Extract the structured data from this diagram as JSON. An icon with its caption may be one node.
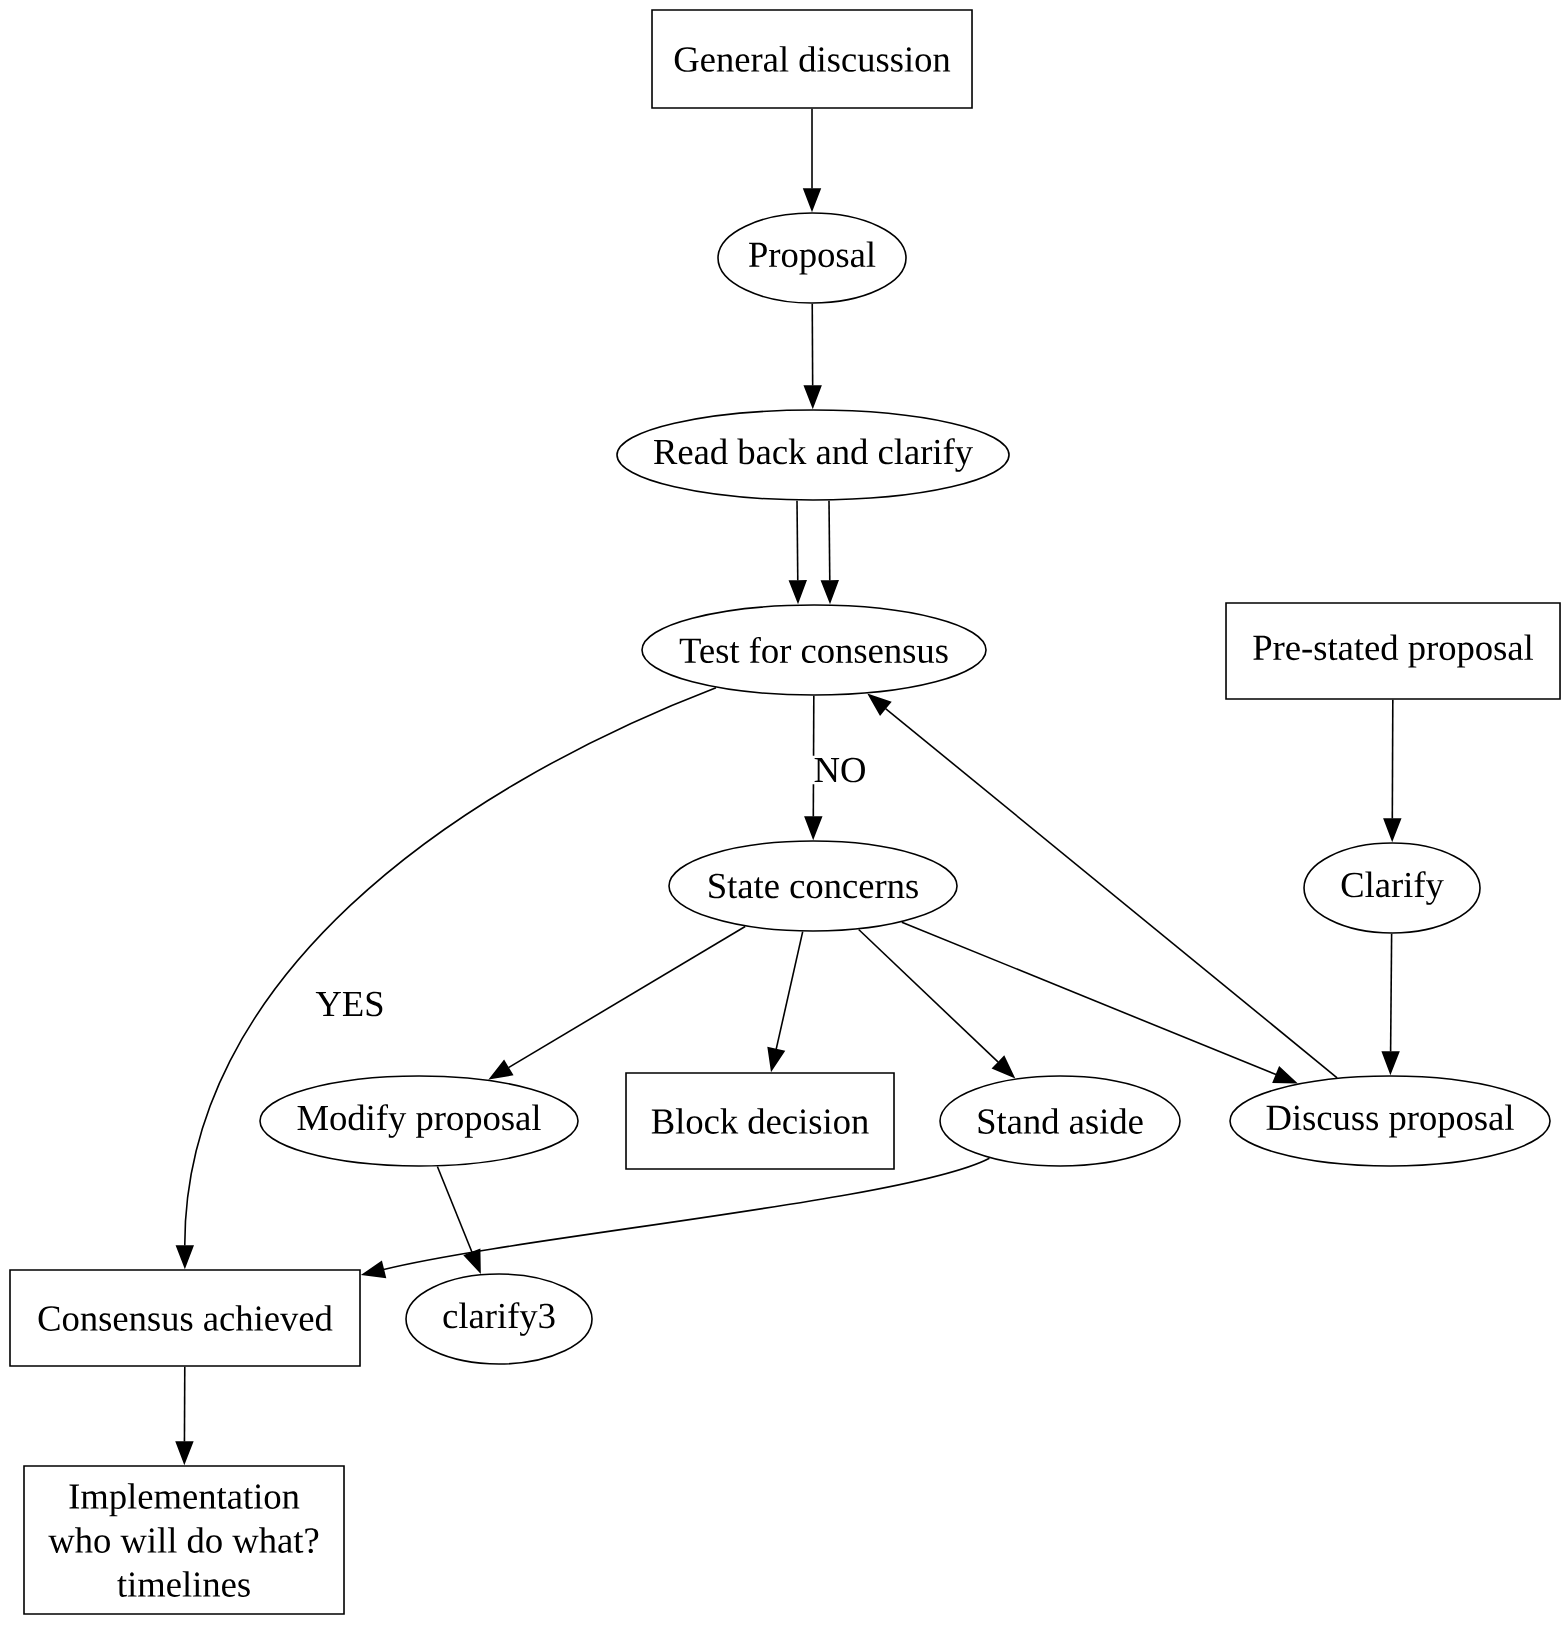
{
  "diagram": {
    "nodes": [
      {
        "text": [
          "General discussion"
        ]
      },
      {
        "text": [
          "Proposal"
        ]
      },
      {
        "text": [
          "Read back and clarify"
        ]
      },
      {
        "text": [
          "Test for consensus"
        ]
      },
      {
        "text": [
          "Pre-stated proposal"
        ]
      },
      {
        "text": [
          "State concerns"
        ]
      },
      {
        "text": [
          "Clarify"
        ]
      },
      {
        "text": [
          "Modify proposal"
        ]
      },
      {
        "text": [
          "Block decision"
        ]
      },
      {
        "text": [
          "Stand aside"
        ]
      },
      {
        "text": [
          "Discuss proposal"
        ]
      },
      {
        "text": [
          "Consensus achieved"
        ]
      },
      {
        "text": [
          "clarify3"
        ]
      },
      {
        "text": [
          "Implementation who will do what? timelines"
        ]
      }
    ],
    "edges": [
      {
        "from": 0,
        "to": 1,
        "arrow": "to"
      },
      {
        "from": 1,
        "to": 2,
        "arrow": "to"
      },
      {
        "from": 2,
        "to": 3,
        "arrow": "to"
      },
      {
        "from": 2,
        "to": 3,
        "arrow": "to"
      },
      {
        "from": 3,
        "to": 5,
        "arrow": "to",
        "label": "NO"
      },
      {
        "from": 3,
        "to": 11,
        "arrow": "to",
        "label": "YES"
      },
      {
        "from": 4,
        "to": 6,
        "arrow": "to"
      },
      {
        "from": 6,
        "to": 10,
        "arrow": "to"
      },
      {
        "from": 5,
        "to": 7,
        "arrow": "to"
      },
      {
        "from": 5,
        "to": 8,
        "arrow": "to"
      },
      {
        "from": 5,
        "to": 9,
        "arrow": "to"
      },
      {
        "from": 5,
        "to": 10,
        "arrow": "to"
      },
      {
        "from": 10,
        "to": 3,
        "arrow": "to"
      },
      {
        "from": 7,
        "to": 12,
        "arrow": "to"
      },
      {
        "from": 9,
        "to": 11,
        "arrow": "to"
      },
      {
        "from": 11,
        "to": 13,
        "arrow": "to"
      }
    ]
  }
}
